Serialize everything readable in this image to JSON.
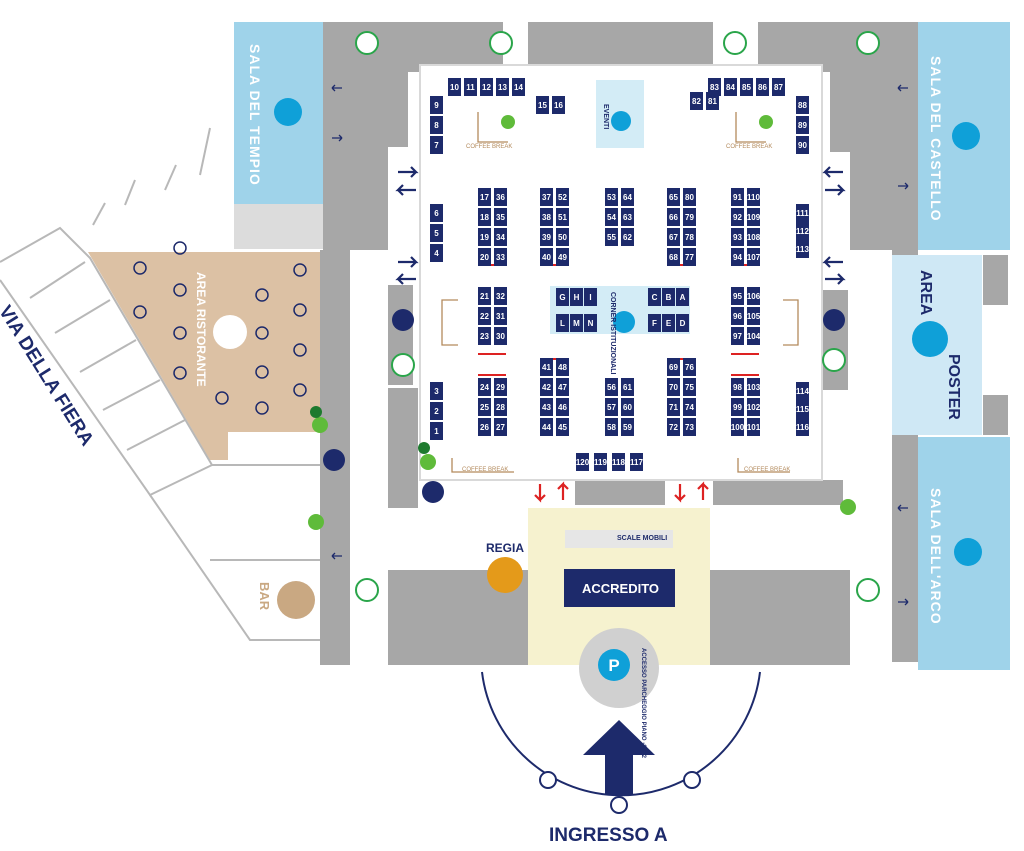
{
  "halls": {
    "tempio": "SALA DEL TEMPIO",
    "castello": "SALA DEL CASTELLO",
    "arco": "SALA DELL'ARCO"
  },
  "areas": {
    "ristorante": "AREA RISTORANTE",
    "poster_1": "AREA",
    "poster_2": "POSTER",
    "bar": "BAR",
    "regia": "REGIA",
    "accredito": "ACCREDITO",
    "scale_mobili": "SCALE MOBILI",
    "eventi": "EVENTI",
    "corner": "CORNER ISTITUZIONALI",
    "coffee_break": "COFFEE BREAK",
    "accesso_parcheggio": "ACCESSO PARCHEGGIO PIANO -1 / -2"
  },
  "streets": {
    "via": "VIA DELLA FIERA",
    "ingresso": "INGRESSO A"
  },
  "booths": {
    "top_row": [
      "10",
      "11",
      "12",
      "13",
      "14"
    ],
    "top_right_row": [
      "83",
      "84",
      "85",
      "86",
      "87"
    ],
    "col_15_16": [
      "15",
      "16"
    ],
    "col_82_81": [
      "82",
      "81"
    ],
    "left_top_col": [
      "9",
      "8",
      "7"
    ],
    "right_top_col": [
      "88",
      "89",
      "90"
    ],
    "left_mid_col": [
      "6",
      "5",
      "4"
    ],
    "right_mid_col": [
      "111",
      "112",
      "113"
    ],
    "left_low_col": [
      "3",
      "2",
      "1"
    ],
    "right_low_col": [
      "114",
      "115",
      "116"
    ],
    "corner_letters": [
      "G",
      "H",
      "I",
      "L",
      "M",
      "N",
      "A",
      "B",
      "C",
      "D",
      "E",
      "F"
    ],
    "bottom_row": [
      "120",
      "119",
      "118",
      "117"
    ],
    "grid_upper": [
      [
        "17",
        "36",
        "37",
        "52",
        "53",
        "64",
        "65",
        "80",
        "91",
        "110"
      ],
      [
        "18",
        "35",
        "38",
        "51",
        "54",
        "63",
        "66",
        "79",
        "92",
        "109"
      ],
      [
        "19",
        "34",
        "39",
        "50",
        "55",
        "62",
        "67",
        "78",
        "93",
        "108"
      ],
      [
        "20",
        "33",
        "40",
        "49",
        "",
        "",
        "68",
        "77",
        "94",
        "107"
      ]
    ],
    "grid_middle": [
      [
        "21",
        "32",
        "95",
        "106"
      ],
      [
        "22",
        "31",
        "96",
        "105"
      ],
      [
        "23",
        "30",
        "97",
        "104"
      ]
    ],
    "grid_lower": [
      [
        "",
        "",
        "41",
        "48",
        "",
        "",
        "69",
        "76",
        "",
        ""
      ],
      [
        "24",
        "29",
        "42",
        "47",
        "56",
        "61",
        "70",
        "75",
        "98",
        "103"
      ],
      [
        "25",
        "28",
        "43",
        "46",
        "57",
        "60",
        "71",
        "74",
        "99",
        "102"
      ],
      [
        "26",
        "27",
        "44",
        "45",
        "58",
        "59",
        "72",
        "73",
        "100",
        "101"
      ]
    ]
  },
  "colors": {
    "navy": "#1d2a6b",
    "hall_blue": "#9fd3ea",
    "grey": "#a7a7a7",
    "restaurant": "#dcc1a4",
    "accredito_bg": "#f6f2cf",
    "green": "#2aa54a",
    "orange": "#e49a1a"
  }
}
